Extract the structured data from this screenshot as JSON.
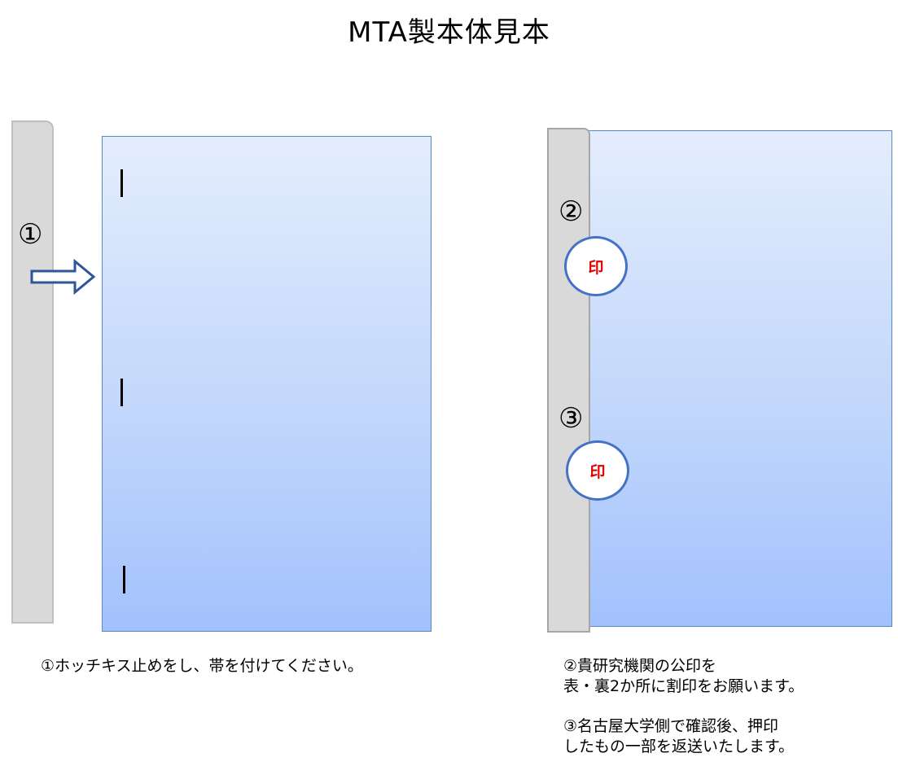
{
  "title": "MTA製本体見本",
  "left_diagram": {
    "step_number": "①",
    "caption": "①ホッチキス止めをし、帯を付けてください。"
  },
  "right_diagram": {
    "step_number_2": "②",
    "step_number_3": "③",
    "seal_label": "印",
    "caption_2_line1": "②貴研究機関の公印を",
    "caption_2_line2": "表・裏2か所に割印をお願います。",
    "caption_3_line1": "③名古屋大学側で確認後、押印",
    "caption_3_line2": "したもの一部を返送いたします。"
  },
  "colors": {
    "page_top": "#e4edfd",
    "page_bottom": "#a2c1fd",
    "page_border": "#5b86c7",
    "band_fill": "#d9d9d9",
    "seal_border": "#4472c4",
    "seal_text": "#e00000",
    "arrow_stroke": "#2e5597"
  },
  "icons": {
    "arrow": "right-arrow-outline",
    "staple": "staple-mark"
  }
}
